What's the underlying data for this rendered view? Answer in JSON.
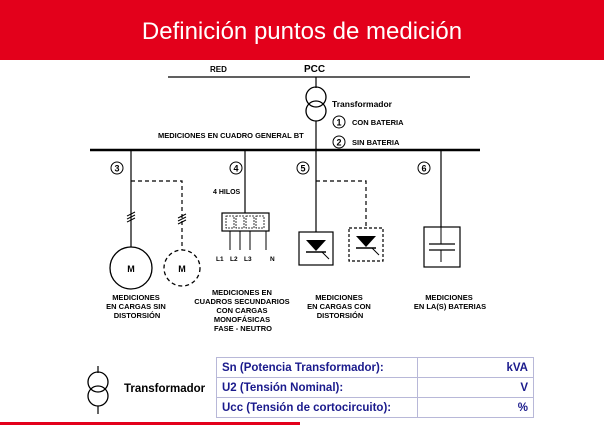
{
  "title": "Definición puntos de medición",
  "labels": {
    "red": "RED",
    "pcc": "PCC",
    "transformador": "Transformador",
    "opt1_num": "1",
    "opt1_text": "CON BATERIA",
    "opt2_num": "2",
    "opt2_text": "SIN BATERIA",
    "bus_label": "MEDICIONES EN CUADRO GENERAL BT",
    "n3": "3",
    "n4": "4",
    "n5": "5",
    "n6": "6",
    "hilos": "4 HILOS",
    "motor": "M",
    "l1": "L1",
    "l2": "L2",
    "l3": "L3",
    "n": "N"
  },
  "captions": {
    "c1": [
      "MEDICIONES",
      "EN CARGAS SIN",
      "DISTORSIÓN"
    ],
    "c2": [
      "MEDICIONES  EN",
      "CUADROS SECUNDARIOS",
      "CON CARGAS",
      "MONOFÁSICAS",
      "FASE - NEUTRO"
    ],
    "c3": [
      "MEDICIONES",
      "EN CARGAS CON",
      "DISTORSIÓN"
    ],
    "c4": [
      "MEDICIONES",
      "EN LA(S) BATERIAS"
    ]
  },
  "legend": {
    "label": "Transformador"
  },
  "table": {
    "rows": [
      {
        "name": "Sn (Potencia Transformador):",
        "unit": "kVA"
      },
      {
        "name": "U2 (Tensión Nominal):",
        "unit": "V"
      },
      {
        "name": "Ucc (Tensión de cortocircuito):",
        "unit": "%"
      }
    ]
  }
}
